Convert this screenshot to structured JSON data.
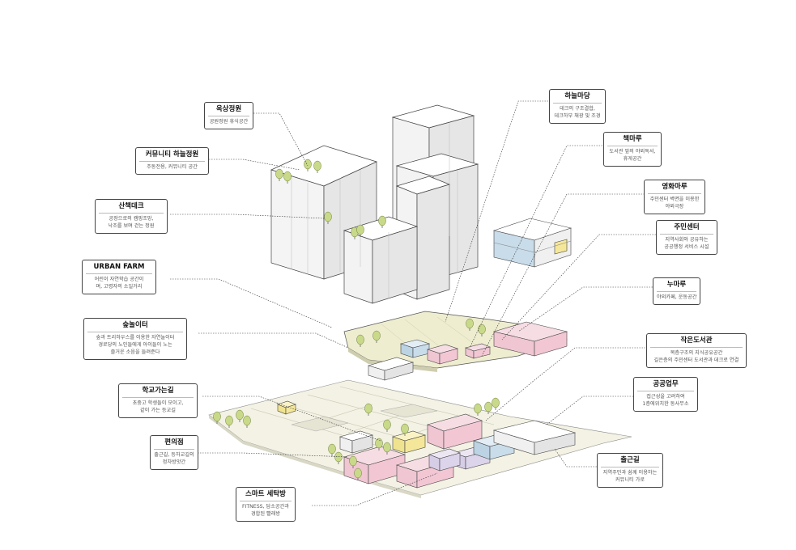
{
  "labels_left": [
    {
      "id": "rooftop-garden",
      "title": "옥상정원",
      "desc": [
        "공원정원 휴식공간"
      ]
    },
    {
      "id": "community-sky-garden",
      "title": "커뮤니티 하늘정원",
      "desc": [
        "주동전용, 커뮤니티 공간"
      ]
    },
    {
      "id": "walking-deck",
      "title": "산책데크",
      "desc": [
        "공장으로의 캠핑조망,",
        "낙조를 보며 걷는 정원"
      ]
    },
    {
      "id": "urban-farm",
      "title": "URBAN FARM",
      "desc": [
        "어린이 자연학습 공간이",
        "며, 고령자의 소일거리"
      ]
    },
    {
      "id": "forest-playground",
      "title": "숲놀이터",
      "desc": [
        "숲과 트리하우스를 이용한 자연놀이터",
        "경로당의 노인들에게 아이들이 노는",
        "즐거운 소음을 들려준다"
      ]
    },
    {
      "id": "school-road",
      "title": "학교가는길",
      "desc": [
        "초중고 학생들이 모이고,",
        "같이 가는 등교길"
      ]
    },
    {
      "id": "convenience-store",
      "title": "편의점",
      "desc": [
        "출근길, 등하교길의",
        "정차방앗간"
      ]
    },
    {
      "id": "smart-laundry",
      "title": "스마트 세탁방",
      "desc": [
        "FITNESS, 담소공간과",
        "경합된 빨래방"
      ]
    }
  ],
  "labels_right": [
    {
      "id": "sky-yard",
      "title": "하늘마당",
      "desc": [
        "데크의 구조결합,",
        "데크하부 채광 및 조경"
      ]
    },
    {
      "id": "book-floor",
      "title": "책마루",
      "desc": [
        "도서관 앞의 야외독서,",
        "휴게공간"
      ]
    },
    {
      "id": "movie-floor",
      "title": "영화마루",
      "desc": [
        "주민센터 벽면을 이용한",
        "야외극장"
      ]
    },
    {
      "id": "community-center",
      "title": "주민센터",
      "desc": [
        "지역사회와 공유하는",
        "공공행정 서비스 시설"
      ]
    },
    {
      "id": "nu-floor",
      "title": "누마루",
      "desc": [
        "야외카페, 운동공간"
      ]
    },
    {
      "id": "small-library",
      "title": "작은도서관",
      "desc": [
        "복층구조의 지식공유공간",
        "길은층의 주민센터 도서관과 데크로 연결"
      ]
    },
    {
      "id": "public-office",
      "title": "공공업무",
      "desc": [
        "접근성을 고려하여",
        "1층에위치한 동사무소"
      ]
    },
    {
      "id": "commute-road",
      "title": "출근길",
      "desc": [
        "지역주민과 쉼께 이용하는",
        "커뮤니티 가로"
      ]
    }
  ],
  "colors": {
    "pink": "#f2c7d3",
    "blue": "#c9dcea",
    "yellow": "#f4e79a",
    "lilac": "#dcd4ea",
    "tree": "#c9d98a",
    "ground": "#ecebc9",
    "line": "#333333"
  }
}
